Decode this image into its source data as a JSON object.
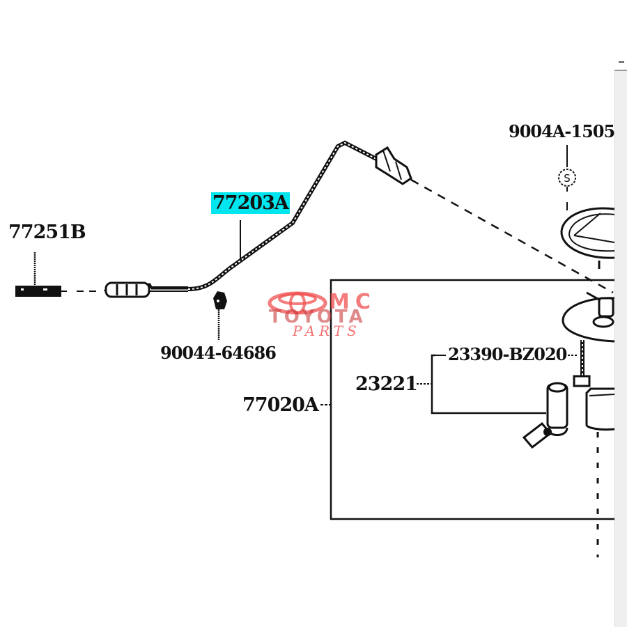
{
  "diagram": {
    "title": "Fuel tank / fuel sender parts diagram",
    "parts": [
      {
        "id": "77251B",
        "role": "sensor plug"
      },
      {
        "id": "77203A",
        "role": "tube / hose",
        "highlighted": true
      },
      {
        "id": "90044-64686",
        "role": "clip"
      },
      {
        "id": "9004A-1505",
        "role": "fastener",
        "marker": "S"
      },
      {
        "id": "77020A",
        "role": "assembly box"
      },
      {
        "id": "23221",
        "role": "fuel pump"
      },
      {
        "id": "23390-BZ020",
        "role": "filter"
      }
    ],
    "highlight_color": "#00e5ee"
  },
  "watermark": {
    "line1": "MC",
    "line2": "TOYOTA",
    "line3": "PARTS",
    "color": "#f05050"
  },
  "scroll": {
    "dash": "–"
  }
}
